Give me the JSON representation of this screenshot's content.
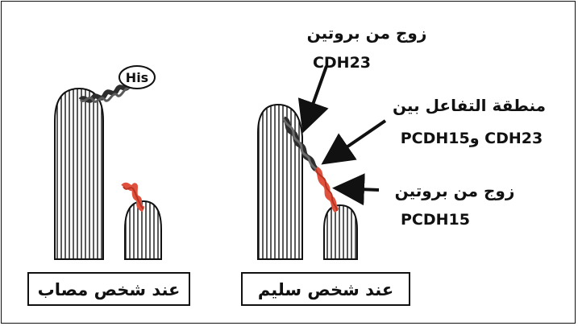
{
  "diagram": {
    "affected": {
      "molecule_label": "His",
      "caption": "عند شخص مصاب"
    },
    "healthy": {
      "cdh23_label_ar": "زوج من بروتين",
      "cdh23_label_en": "CDH23",
      "interaction_label_ar": "منطقة التفاعل بين",
      "interaction_label_en": "CDH23 وPCDH15",
      "pcdh15_label_ar": "زوج من بروتين",
      "pcdh15_label_en": "PCDH15",
      "caption": "عند شخص سليم"
    },
    "colors": {
      "cdh23": "#3a3a3a",
      "pcdh15": "#e0513d",
      "outline": "#111111"
    }
  }
}
